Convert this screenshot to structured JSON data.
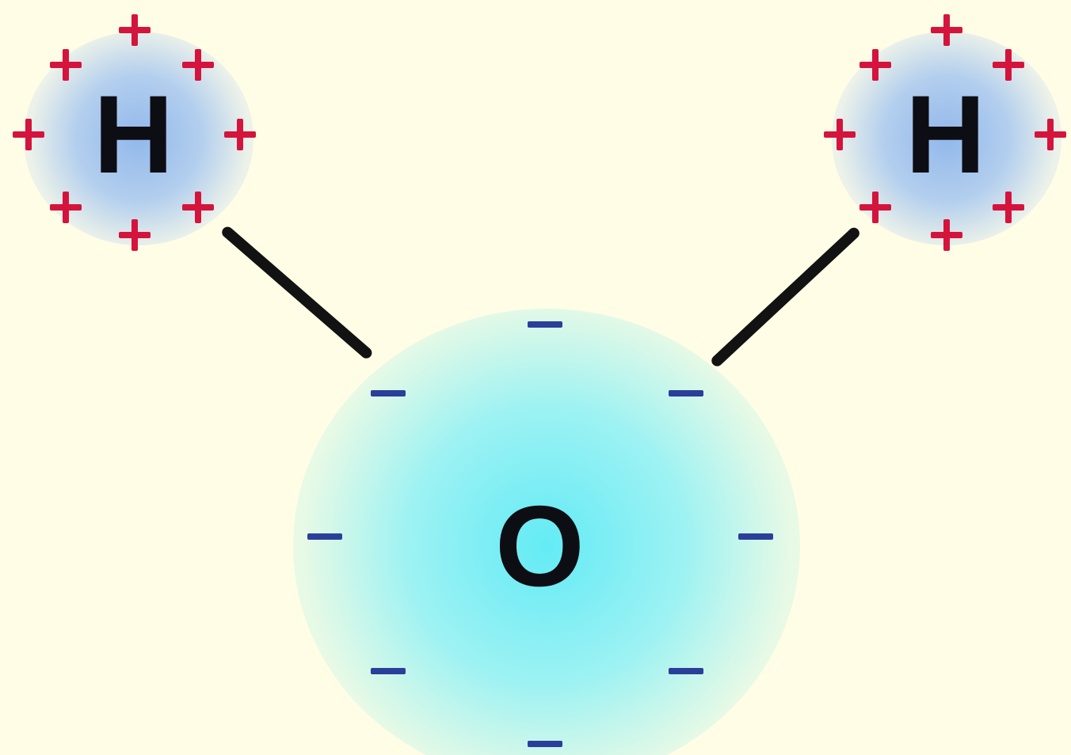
{
  "atoms": {
    "hydrogen_left": {
      "symbol": "H"
    },
    "hydrogen_right": {
      "symbol": "H"
    },
    "oxygen": {
      "symbol": "O"
    }
  },
  "colors": {
    "background": "#fffde6",
    "positive_charge": "#d4143c",
    "negative_charge": "#2a3f9a",
    "bond": "#121212",
    "hydrogen_cloud": "#8cb4eb",
    "oxygen_cloud": "#64ebf5"
  }
}
